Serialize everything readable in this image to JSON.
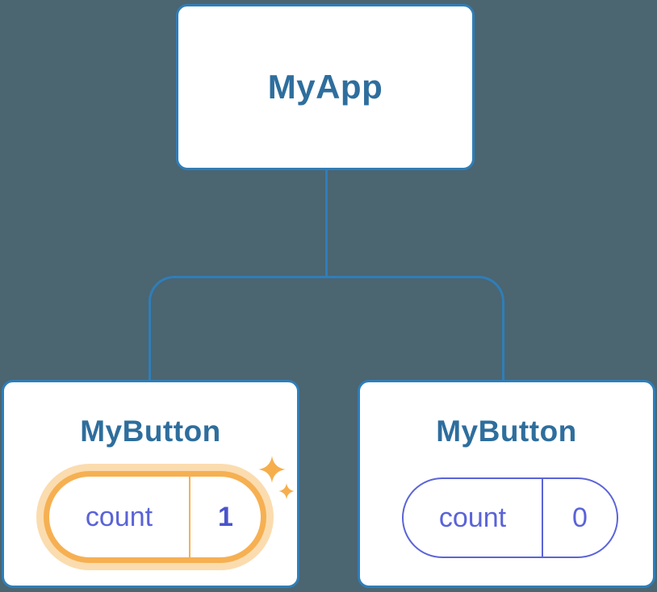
{
  "colors": {
    "background": "#4B6571",
    "line": "#2F7EB8",
    "node_label": "#2E6E9D",
    "state_text": "#5A63D8",
    "state_value_bold": "#4A53CB",
    "state_border": "#5B64D8",
    "highlight_border": "#F6B052",
    "highlight_halo": "#FBDCAF",
    "sparkle": "#F6AE4D",
    "card_bg": "#FFFFFF"
  },
  "icons": {
    "highlight_large": "sparkle-icon",
    "highlight_small": "sparkle-icon"
  },
  "tree": {
    "root": {
      "label": "MyApp"
    },
    "children": [
      {
        "label": "MyButton",
        "highlighted": true,
        "state": {
          "key": "count",
          "value": "1"
        }
      },
      {
        "label": "MyButton",
        "highlighted": false,
        "state": {
          "key": "count",
          "value": "0"
        }
      }
    ]
  }
}
